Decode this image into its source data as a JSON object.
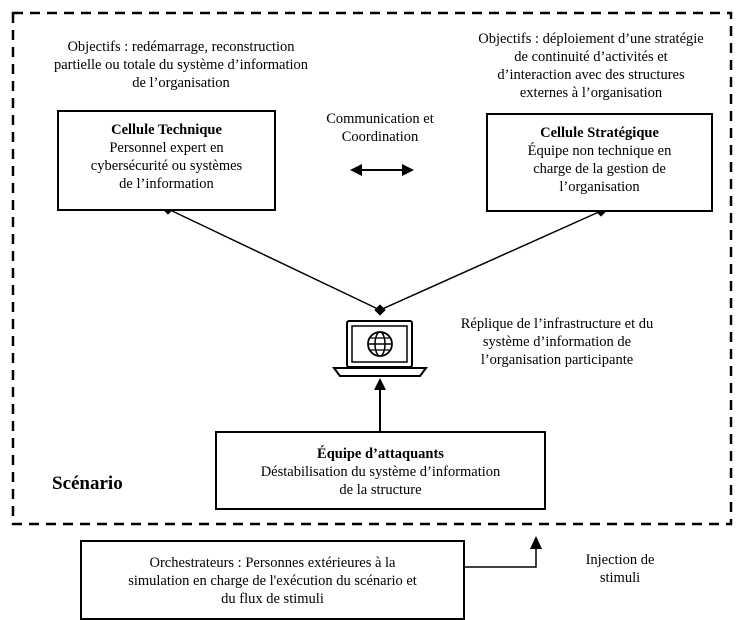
{
  "scenario": {
    "label": "Scénario"
  },
  "technical": {
    "objectives": [
      "Objectifs : redémarrage, reconstruction",
      "partielle ou totale du système d’information",
      "de l’organisation"
    ],
    "title": "Cellule Technique",
    "lines": [
      "Personnel expert en",
      "cybersécurité ou systèmes",
      "de l’information"
    ]
  },
  "strategic": {
    "objectives": [
      "Objectifs : déploiement d’une stratégie",
      "de continuité d’activités et",
      "d’interaction avec des structures",
      "externes à l’organisation"
    ],
    "title": "Cellule Stratégique",
    "lines": [
      "Équipe non technique en",
      "charge de la gestion de",
      "l’organisation"
    ]
  },
  "communication": {
    "lines": [
      "Communication et",
      "Coordination"
    ]
  },
  "replica": {
    "lines": [
      "Réplique de l’infrastructure et du",
      "système d’information de",
      "l’organisation participante"
    ]
  },
  "attackers": {
    "title": "Équipe d’attaquants",
    "lines": [
      "Déstabilisation du système d’information",
      "de la structure"
    ]
  },
  "orchestrators": {
    "lines": [
      "Orchestrateurs : Personnes extérieures à la",
      "simulation en charge de l'exécution du scénario et",
      "du flux de stimuli"
    ]
  },
  "injection": {
    "lines": [
      "Injection de",
      "stimuli"
    ]
  },
  "icons": {
    "laptop": "laptop-globe-icon"
  }
}
